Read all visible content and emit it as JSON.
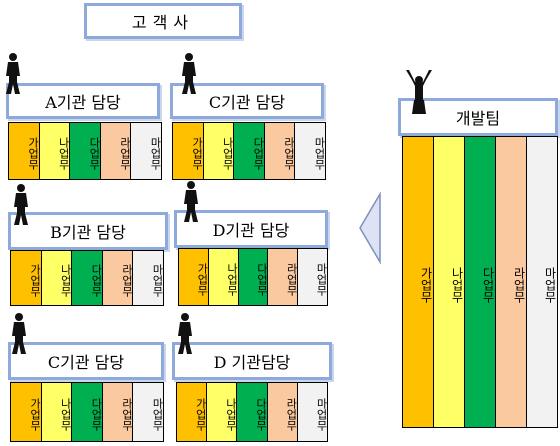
{
  "customer_label": "고객사",
  "dev_team_label": "개발팀",
  "tasks": [
    {
      "label": "가업무",
      "color": "#ffc000"
    },
    {
      "label": "나업무",
      "color": "#ffff66"
    },
    {
      "label": "다업무",
      "color": "#00b050"
    },
    {
      "label": "라업무",
      "color": "#fbc9a0"
    },
    {
      "label": "마업무",
      "color": "#f2f2f2"
    }
  ],
  "managers": [
    {
      "title": "A기관 담당"
    },
    {
      "title": "C기관 담당"
    },
    {
      "title": "B기관 담당"
    },
    {
      "title": "D기관 담당"
    },
    {
      "title": "C기관 담당"
    },
    {
      "title": "D 기관담당"
    }
  ]
}
